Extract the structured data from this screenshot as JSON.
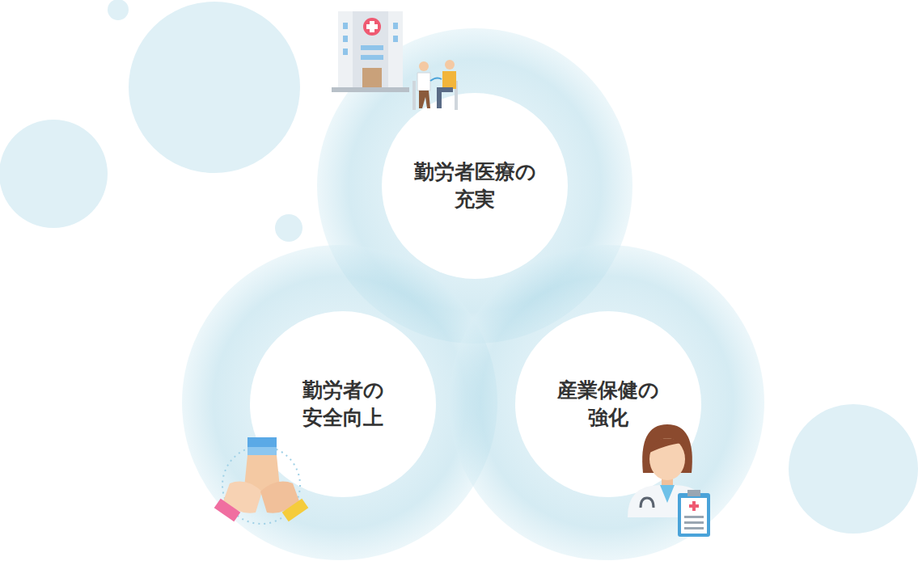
{
  "diagram": {
    "nodes": [
      {
        "text": [
          "勤労者医療の 充実"
        ]
      },
      {
        "text": [
          "勤労者の 安全向上"
        ]
      },
      {
        "text": [
          "産業保健の 強化"
        ]
      }
    ]
  }
}
